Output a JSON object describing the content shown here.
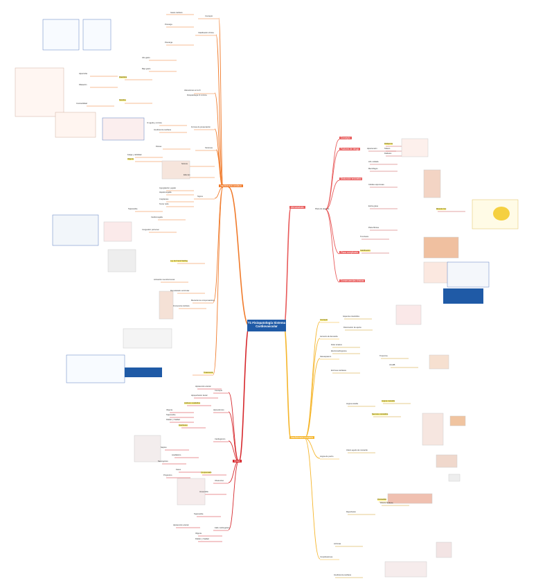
{
  "title": {
    "line1": "T1 Fisiopatología Sistema",
    "line2": "Cardiovascular"
  },
  "colors": {
    "orange": "#f07a2a",
    "red": "#d6262b",
    "yellow": "#f5b52a",
    "pink": "#e85a5a",
    "blue": "#1f5aa6",
    "highlight": "#fff17a"
  },
  "branches": {
    "ic": "Insuficiencia cardíaca",
    "shock": "Shock",
    "ateromatosis": "Ateromatosis",
    "coronaria": "Insuficiencia coronaria"
  },
  "ic_nodes": {
    "concepto": "Concepto",
    "clasificacion": "Clasificación clínica",
    "fisiopatologia": "Fisiopatología IC crónica",
    "ic_aguda": "IC aguda y crónica",
    "clinica": "Insuficiencia cardíaca",
    "alteraciones": "Alteraciones en la IC",
    "formas": "Formas de presentación",
    "sintomas": "Síntomas",
    "signos": "Signos",
    "hipertrofia": "Hipertrofia",
    "dilatacion": "Dilatación",
    "diastolica": "Diastólica",
    "sistolica": "Sistólica",
    "alto_gasto": "Alto gasto",
    "bajo_gasto": "Bajo gasto",
    "disnea": "Disnea",
    "edemas": "Edemas",
    "taquicardia": "Taquicardia",
    "fatiga": "Fatiga y debilidad",
    "oliguria": "Oliguria",
    "nicturia": "Nicturia",
    "cardiomegalia": "Cardiomegalia",
    "congestion": "Congestión pulmonar",
    "hepatomegalia": "Hepatomegalia",
    "ingurgitacion": "Ingurgitación yugular",
    "crepitantes": "Crepitantes",
    "tercer_ruido": "Tercer ruido",
    "mecanismos": "Mecanismos compensadores",
    "frank": "Ley de Frank-Starling",
    "neurohormonal": "Activación neurohormonal",
    "remodelado": "Remodelado ventricular",
    "gasto_cardiaco": "Gasto cardíaco",
    "precarga": "Precarga",
    "poscarga": "Poscarga",
    "contractilidad": "Contractilidad",
    "frecuencia": "Frecuencia cardíaca"
  },
  "shock_nodes": {
    "concepto": "Concepto",
    "hipovolemico": "Hipovolémico",
    "cardiogenico": "Cardiogénico",
    "distributivo": "Distributivo",
    "obstructivo": "Obstructivo",
    "septico": "Séptico",
    "anafilactico": "Anafiláctico",
    "neurogenico": "Neurogénico",
    "fases": "Fases",
    "compensado": "Compensado",
    "progresivo": "Progresivo",
    "irreversible": "Irreversible",
    "hipotension": "Hipotensión arterial",
    "hipoperfusion": "Hipoperfusión tisular",
    "acidosis": "Acidosis metabólica",
    "oliguria": "Oliguria",
    "taquicardia": "Taquicardia",
    "palidez": "Palidez y frialdad",
    "fmo": "Fallo multiorgánico",
    "tratamiento": "Tratamiento"
  },
  "atero_nodes": {
    "concepto": "Concepto",
    "factores": "Factores de riesgo",
    "placa": "Placa de ateroma",
    "estria": "Estría grasa",
    "fibrosa": "Placa fibrosa",
    "complicada": "Placa complicada",
    "endotelio": "Disfunción endotelial",
    "ldl": "LDL oxidada",
    "macrofagos": "Macrófagos",
    "celulas_espumosas": "Células espumosas",
    "musculo_liso": "Músculo liso",
    "trombosis": "Trombosis",
    "calcificacion": "Calcificación",
    "consecuencias": "Consecuencias clínicas",
    "hta": "Hipertensión",
    "dislipemia": "Dislipemia",
    "tabaco": "Tabaco",
    "diabetes": "Diabetes"
  },
  "coro_nodes": {
    "concepto": "Concepto",
    "isquemia": "Isquemia miocárdica",
    "angina": "Angina de pecho",
    "estable": "Angina estable",
    "inestable": "Angina inestable",
    "iam": "Infarto agudo de miocardio",
    "dolor": "Dolor torácico",
    "ecg": "Electrocardiograma",
    "enzimas": "Enzimas cardíacas",
    "troponina": "Troponina",
    "ck": "CK-MB",
    "complicaciones": "Complicaciones",
    "arritmias": "Arritmias",
    "ic": "Insuficiencia cardíaca",
    "rotura": "Rotura cardíaca",
    "pericarditis": "Pericarditis",
    "demanda": "Aumento de demanda",
    "aporte": "Disminución de aporte",
    "vasoespasmo": "Vasoespasmo",
    "necrosis": "Necrosis miocárdica",
    "reperfusion": "Reperfusión"
  }
}
